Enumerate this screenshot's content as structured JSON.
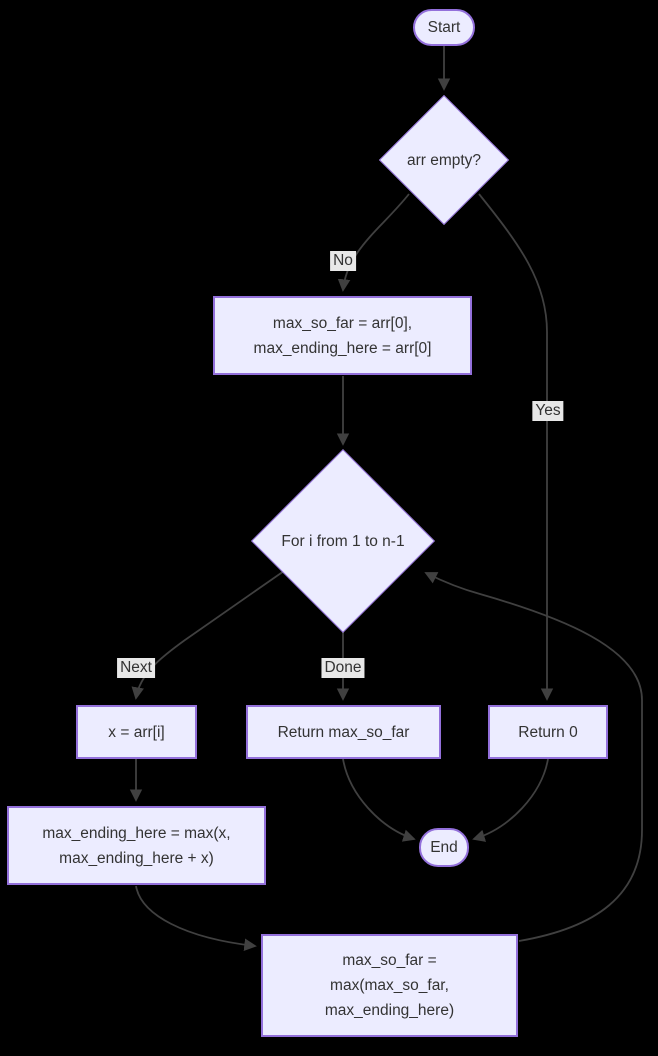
{
  "colors": {
    "background": "#000000",
    "node_fill": "#ECECFF",
    "node_border": "#9370DB",
    "edge": "#404040",
    "edge_label_bg": "#E8E8E8",
    "text": "#333333"
  },
  "nodes": {
    "start": {
      "label": "Start"
    },
    "arr_empty": {
      "label": "arr empty?"
    },
    "init": {
      "lines": [
        "max_so_far = arr[0],",
        "max_ending_here = arr[0]"
      ]
    },
    "for_loop": {
      "label": "For i from 1 to n-1"
    },
    "x_assign": {
      "label": "x = arr[i]"
    },
    "return_max": {
      "label": "Return max_so_far"
    },
    "return_zero": {
      "label": "Return 0"
    },
    "update_ending": {
      "lines": [
        "max_ending_here = max(x,",
        "max_ending_here + x)"
      ]
    },
    "update_so_far": {
      "lines": [
        "max_so_far =",
        "max(max_so_far,",
        "max_ending_here)"
      ]
    },
    "end": {
      "label": "End"
    }
  },
  "edge_labels": {
    "no": "No",
    "yes": "Yes",
    "next": "Next",
    "done": "Done"
  }
}
